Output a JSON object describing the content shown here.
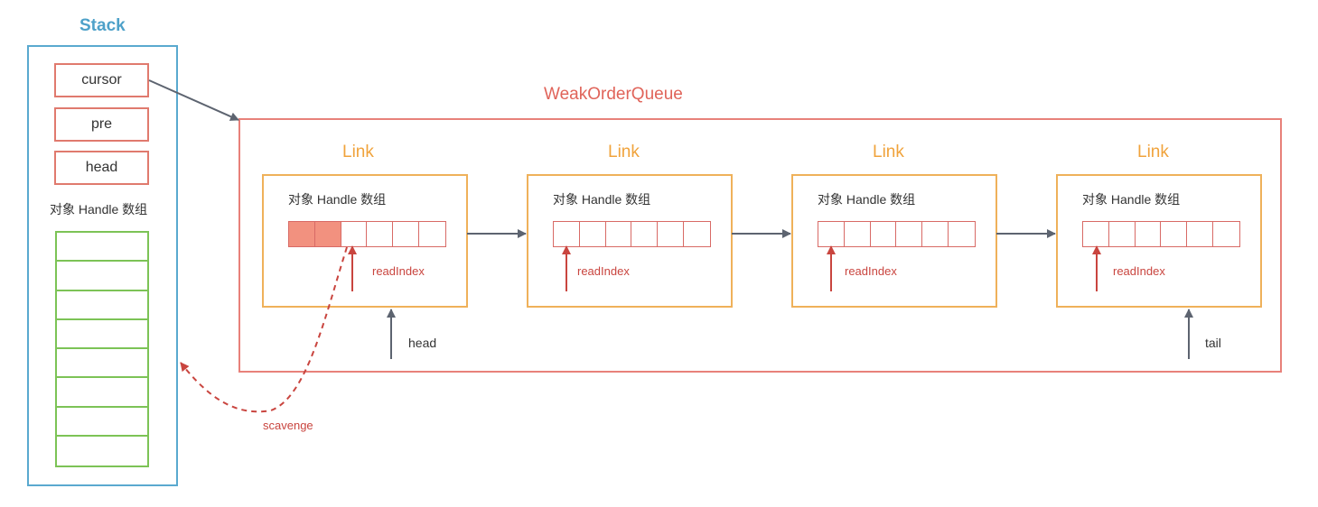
{
  "stack": {
    "title": "Stack",
    "fields": [
      {
        "key": "cursor",
        "label": "cursor"
      },
      {
        "key": "pre",
        "label": "pre"
      },
      {
        "key": "head",
        "label": "head"
      }
    ],
    "array_label": "对象 Handle 数组",
    "array_cell_count": 8
  },
  "queue": {
    "title": "WeakOrderQueue",
    "links": [
      {
        "title": "Link",
        "array_label": "对象 Handle 数组",
        "cell_count": 6,
        "filled_cells": 2,
        "read_index_label": "readIndex"
      },
      {
        "title": "Link",
        "array_label": "对象 Handle 数组",
        "cell_count": 6,
        "filled_cells": 0,
        "read_index_label": "readIndex"
      },
      {
        "title": "Link",
        "array_label": "对象 Handle 数组",
        "cell_count": 6,
        "filled_cells": 0,
        "read_index_label": "readIndex"
      },
      {
        "title": "Link",
        "array_label": "对象 Handle 数组",
        "cell_count": 6,
        "filled_cells": 0,
        "read_index_label": "readIndex"
      }
    ],
    "head_label": "head",
    "tail_label": "tail"
  },
  "scavenge_label": "scavenge",
  "colors": {
    "stack": "#5aa9cf",
    "queue": "#e8817a",
    "link": "#efb15a",
    "green": "#7cc356",
    "arrow": "#5d6470",
    "scavenge": "#c9453f",
    "filled_cell": "#f2917f"
  }
}
